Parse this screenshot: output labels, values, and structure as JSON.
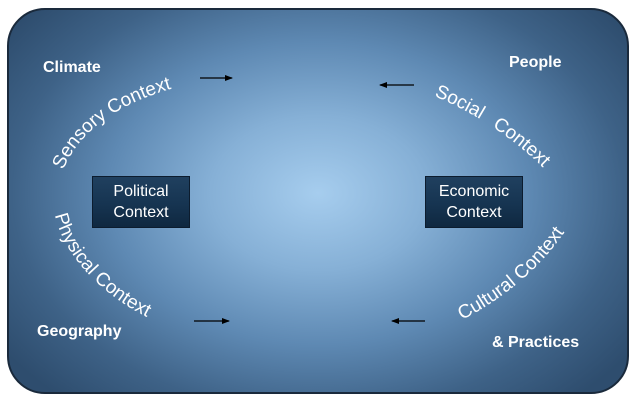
{
  "corners": {
    "top_left": "Climate",
    "top_right": "People",
    "bottom_left": "Geography",
    "bottom_right": "& Practices"
  },
  "boxes": {
    "left": {
      "line1": "Political",
      "line2": "Context"
    },
    "right": {
      "line1": "Economic",
      "line2": "Context"
    }
  },
  "arc_labels": {
    "sensory": "Sensory Context",
    "physical": "Physical Context",
    "social_1": "Social",
    "social_2": "Context",
    "cultural": "Cultural Context"
  },
  "colors": {
    "panel_center": "#a6cdee",
    "panel_edge": "#2e4d6e",
    "box_fill": "#163451",
    "text": "#ffffff",
    "arrow": "#000000"
  }
}
